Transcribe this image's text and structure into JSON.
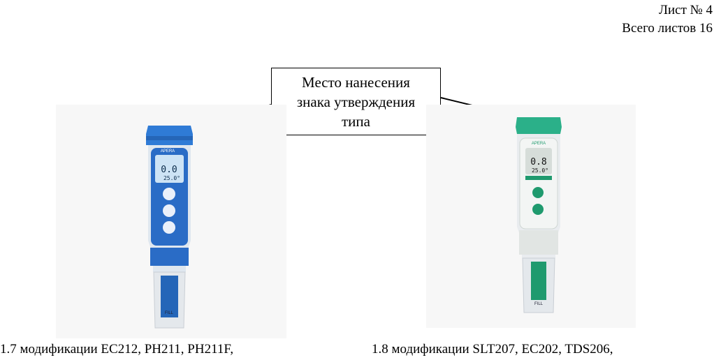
{
  "header": {
    "sheet_label": "Лист № 4",
    "total_label": "Всего листов 16"
  },
  "callout": {
    "lines": [
      "Место нанесения",
      "знака утверждения",
      "типа"
    ]
  },
  "device_left": {
    "brand": "APERA",
    "reading": "0.0",
    "temperature": "25.0°",
    "fill_label": "FILL",
    "body_color": "#2a6cc6",
    "cap_color": "#2f7bd6"
  },
  "device_right": {
    "brand": "APERA",
    "reading": "0.8",
    "temperature": "25.0°",
    "fill_label": "FILL",
    "body_color": "#1f9a6e",
    "cap_color": "#2bb089"
  },
  "captions": {
    "left": "1.7 модификации EC212, PH211, PH211F,",
    "right": "1.8 модификации SLT207, EC202, TDS206,"
  }
}
